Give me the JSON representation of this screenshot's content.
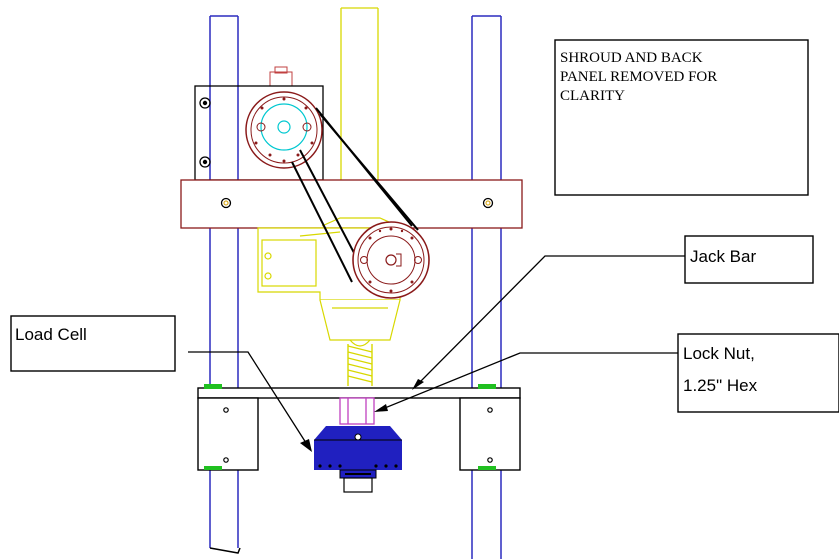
{
  "note": {
    "lines": [
      "SHROUD AND BACK",
      "PANEL REMOVED FOR",
      "CLARITY"
    ]
  },
  "callouts": {
    "jack_bar": "Jack Bar",
    "load_cell": "Load Cell",
    "lock_nut_line1": "Lock Nut,",
    "lock_nut_line2": "1.25\" Hex"
  },
  "colors": {
    "rail": "#2b2bbf",
    "shaft": "#d8d800",
    "motor_plate": "#8a1a1a",
    "gear": "#8a1a1a",
    "hub": "#00c8d0",
    "load_cell": "#2020c0",
    "lock_nut": "#c040c0",
    "bushing_band": "#20c020",
    "leader": "#000000"
  }
}
